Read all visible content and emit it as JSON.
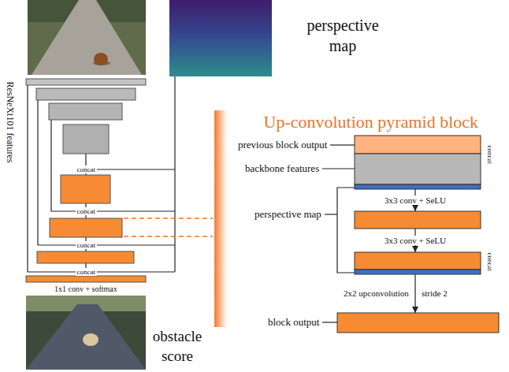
{
  "diagram": {
    "title": "Up-convolution pyramid block",
    "nodes": [
      {
        "text": [
          "perspective map"
        ]
      },
      {
        "text": [
          "obstacle score"
        ]
      }
    ],
    "labels": [
      "ResNeXt101 features",
      "concat",
      "concat",
      "concat",
      "concat",
      "1x1 conv + softmax",
      "previous block output",
      "backbone features",
      "concat",
      "perspective map",
      "3x3 conv + SeLU",
      "3x3 conv + SeLU",
      "concat",
      "2x2 upconvolution",
      "stride 2",
      "block output"
    ]
  }
}
